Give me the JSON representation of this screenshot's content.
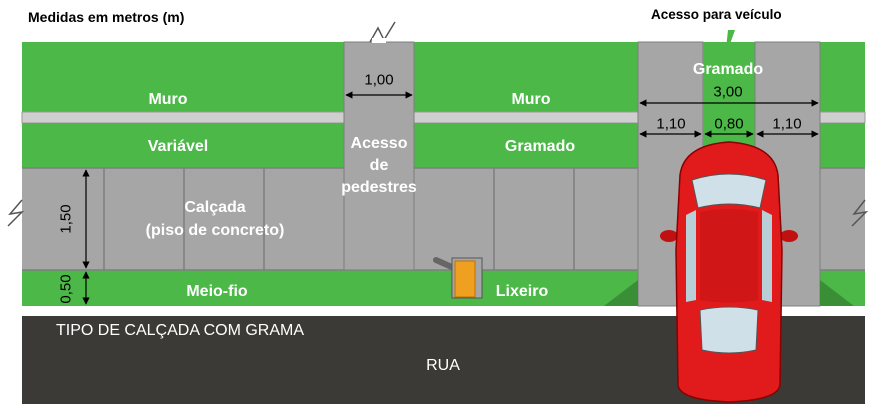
{
  "header": {
    "units_note": "Medidas em metros (m)",
    "vehicle_access": "Acesso para veículo"
  },
  "labels": {
    "muro_left": "Muro",
    "muro_mid": "Muro",
    "variavel": "Variável",
    "gramado_mid": "Gramado",
    "gramado_top": "Gramado",
    "pedestrian_line1": "Acesso",
    "pedestrian_line2": "de",
    "pedestrian_line3": "pedestres",
    "calcada_line1": "Calçada",
    "calcada_line2": "(piso de concreto)",
    "meio_fio": "Meio-fio",
    "lixeiro": "Lixeiro",
    "tipo": "TIPO DE CALÇADA COM GRAMA",
    "rua": "RUA"
  },
  "dimensions": {
    "pedestrian_width": "1,00",
    "vehicle_total": "3,00",
    "left_strip": "1,10",
    "center_strip": "0,80",
    "right_strip": "1,10",
    "calcada_height": "1,50",
    "meio_fio_height": "0,50"
  },
  "colors": {
    "grass": "#4cb848",
    "grass_dark": "#3a8f36",
    "concrete": "#a6a6a6",
    "wall": "#cfcfcf",
    "street": "#3b3a36",
    "car_red": "#e11b1b",
    "bin_orange": "#f0a020"
  }
}
